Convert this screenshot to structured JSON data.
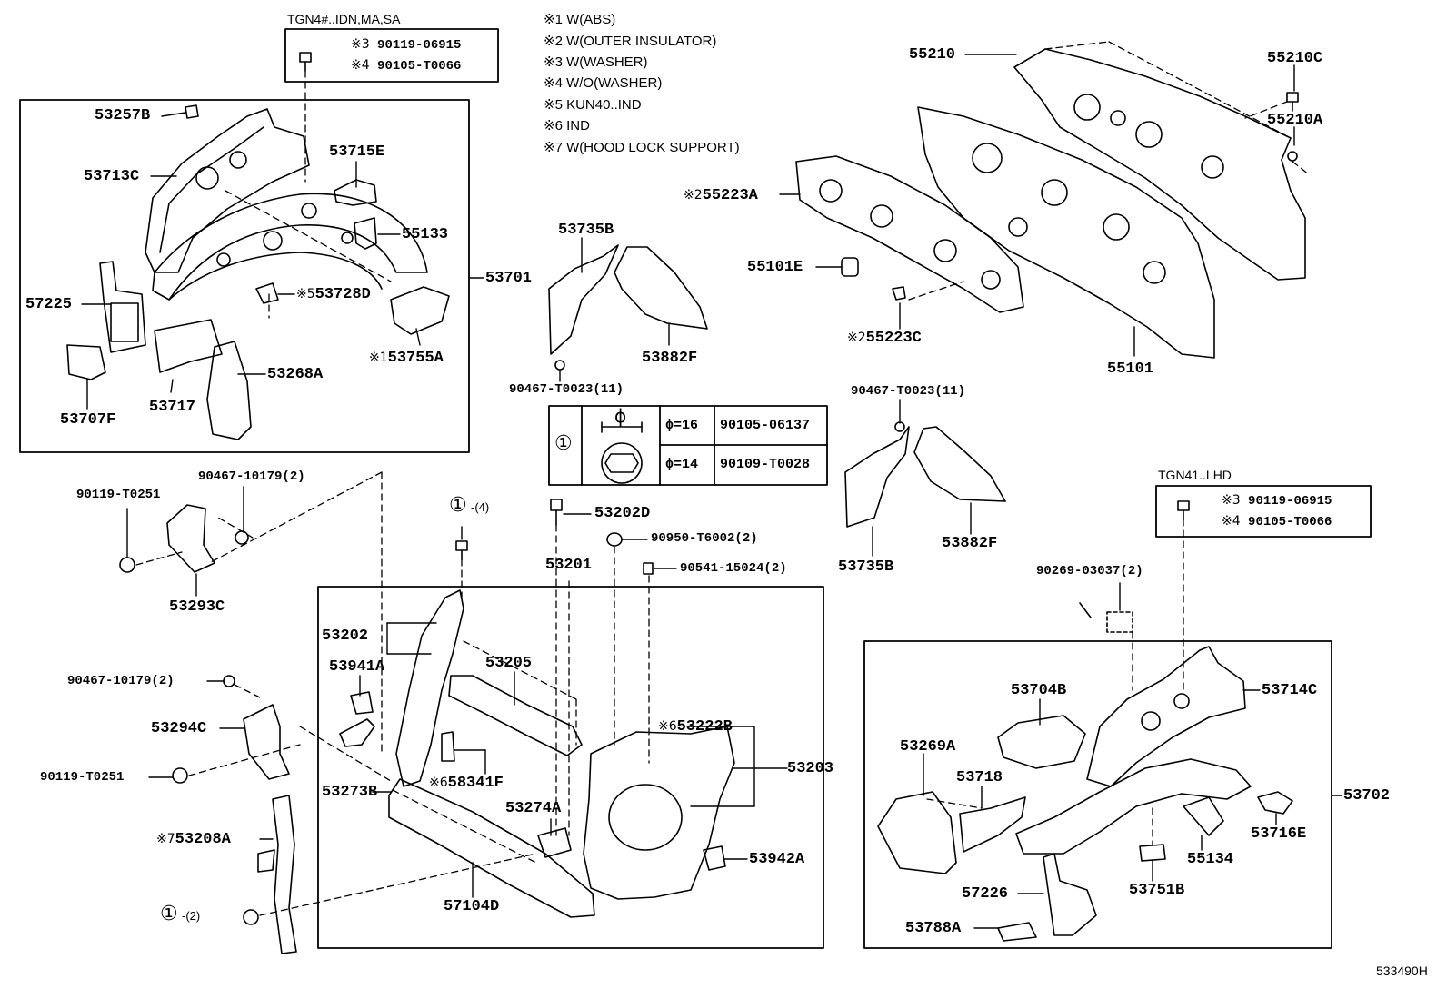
{
  "diagram_ref": "533490H",
  "notes": [
    "※1 W(ABS)",
    "※2 W(OUTER INSULATOR)",
    "※3 W(WASHER)",
    "※4 W/O(WASHER)",
    "※5 KUN40..IND",
    "※6 IND",
    "※7 W(HOOD LOCK SUPPORT)"
  ],
  "inset_left": {
    "header": "TGN4#..IDN,MA,SA",
    "rows": [
      {
        "mark": "※3",
        "part": "90119-06915"
      },
      {
        "mark": "※4",
        "part": "90105-T0066"
      }
    ]
  },
  "inset_right": {
    "header": "TGN41..LHD",
    "rows": [
      {
        "mark": "※3",
        "part": "90119-06915"
      },
      {
        "mark": "※4",
        "part": "90105-T0066"
      }
    ]
  },
  "bolt_table": {
    "index": "①",
    "symbol": "ϕ",
    "rows": [
      {
        "size": "ϕ=16",
        "part": "90105-06137"
      },
      {
        "size": "ϕ=14",
        "part": "90109-T0028"
      }
    ]
  },
  "labels": {
    "l53257B": "53257B",
    "l53713C": "53713C",
    "l53715E": "53715E",
    "l55133": "55133",
    "l53701": "53701",
    "l57225": "57225",
    "l53728D": "53728D",
    "m5": "※5",
    "l53755A": "53755A",
    "m1": "※1",
    "l53268A": "53268A",
    "l53717": "53717",
    "l53707F": "53707F",
    "l53735B_a": "53735B",
    "l53882F_a": "53882F",
    "l90467T0023_a": "90467-T0023(11)",
    "l55210": "55210",
    "l55210C": "55210C",
    "l55210A": "55210A",
    "l55223A": "55223A",
    "m2a": "※2",
    "l55101E": "55101E",
    "l55223C": "55223C",
    "m2b": "※2",
    "l55101": "55101",
    "l90467T0023_b": "90467-T0023(11)",
    "l53735B_b": "53735B",
    "l53882F_b": "53882F",
    "l90119T0251_a": "90119-T0251",
    "l90467_10179_a": "90467-10179(2)",
    "l53293C": "53293C",
    "c1_4": "①",
    "q4": "-(4)",
    "l53202D": "53202D",
    "l90950": "90950-T6002(2)",
    "l53201": "53201",
    "l90541": "90541-15024(2)",
    "l53202": "53202",
    "l53941A": "53941A",
    "l53205": "53205",
    "l90467_10179_b": "90467-10179(2)",
    "l53294C": "53294C",
    "l90119T0251_b": "90119-T0251",
    "l53222B": "53222B",
    "m6a": "※6",
    "l53203": "53203",
    "l58341F": "58341F",
    "m6b": "※6",
    "l53273B": "53273B",
    "l53274A": "53274A",
    "l53208A": "53208A",
    "m7": "※7",
    "l53942A": "53942A",
    "l57104D": "57104D",
    "c1_2": "①",
    "q2": "-(2)",
    "l90269": "90269-03037(2)",
    "l53714C": "53714C",
    "l53704B": "53704B",
    "l53269A": "53269A",
    "l53718": "53718",
    "l53702": "53702",
    "l53716E": "53716E",
    "l55134": "55134",
    "l57226": "57226",
    "l53751B": "53751B",
    "l53788A": "53788A"
  }
}
